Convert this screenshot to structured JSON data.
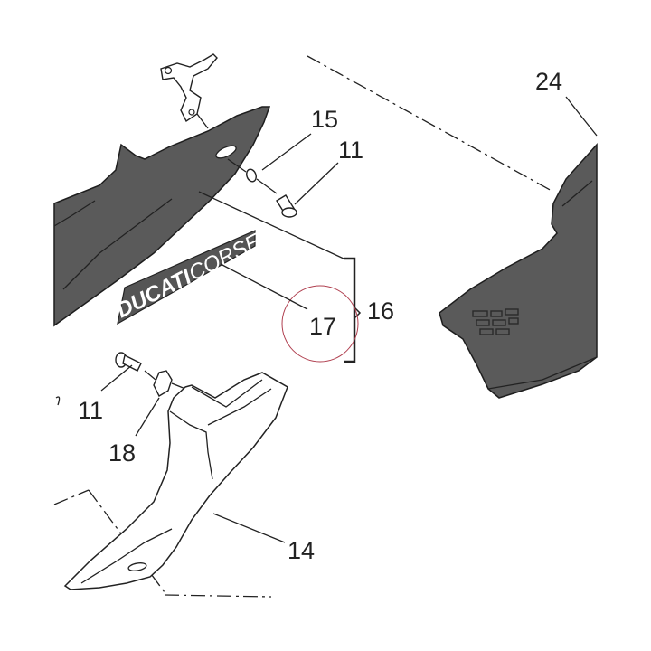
{
  "callouts": {
    "c24": "24",
    "c15": "15",
    "c11_top": "11",
    "c16": "16",
    "c17": "17",
    "c11_left": "11",
    "c18": "18",
    "c14": "14"
  },
  "decal": {
    "word1": "DUCATI",
    "word2": "CORSE"
  },
  "colors": {
    "part_dark": "#5a5a5a",
    "highlight_circle": "#b04050"
  }
}
